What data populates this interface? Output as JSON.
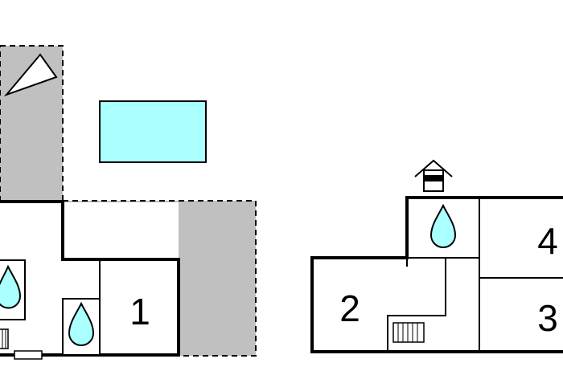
{
  "floor_plan": {
    "rooms": [
      {
        "id": "room-1",
        "label": "1"
      },
      {
        "id": "room-2",
        "label": "2"
      },
      {
        "id": "room-3",
        "label": "3"
      },
      {
        "id": "room-4",
        "label": "4"
      }
    ],
    "icons": {
      "north": "north-arrow-icon",
      "pool": "pool-icon",
      "water": "water-drop-icon",
      "radiator": "radiator-icon",
      "fireplace": "fireplace-icon",
      "door": "door-icon"
    },
    "colors": {
      "terrace": "#c0c0c0",
      "pool": "#aaffff",
      "water": "#aaffff",
      "walls": "#000000",
      "background": "#ffffff"
    }
  }
}
